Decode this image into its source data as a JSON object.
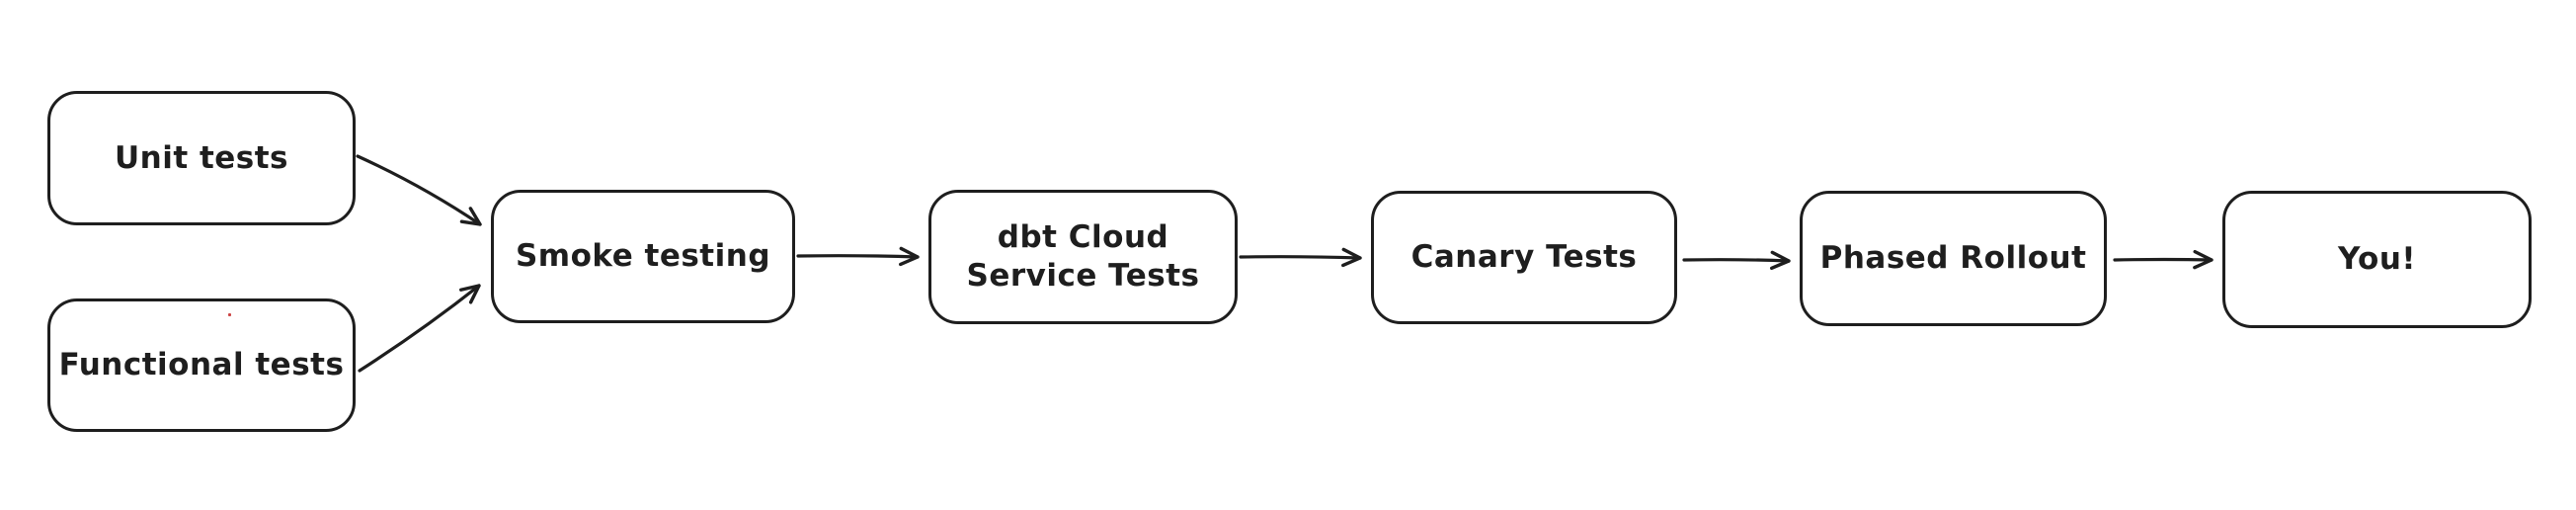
{
  "diagram": {
    "background_color": "#ffffff",
    "stroke_color": "#1e1e1e",
    "text_color": "#1e1e1e",
    "style": "hand-drawn flowchart, rounded rectangles, open arrowheads",
    "nodes": [
      {
        "id": "unit-tests",
        "label": "Unit tests"
      },
      {
        "id": "functional-tests",
        "label": "Functional tests"
      },
      {
        "id": "smoke-testing",
        "label": "Smoke testing"
      },
      {
        "id": "dbt-cloud-service-tests",
        "label": "dbt Cloud Service Tests",
        "label_lines": [
          "dbt Cloud",
          "Service Tests"
        ]
      },
      {
        "id": "canary-tests",
        "label": "Canary Tests"
      },
      {
        "id": "phased-rollout",
        "label": "Phased Rollout"
      },
      {
        "id": "you",
        "label": "You!"
      }
    ],
    "edges": [
      {
        "from": "unit-tests",
        "to": "smoke-testing"
      },
      {
        "from": "functional-tests",
        "to": "smoke-testing"
      },
      {
        "from": "smoke-testing",
        "to": "dbt-cloud-service-tests"
      },
      {
        "from": "dbt-cloud-service-tests",
        "to": "canary-tests"
      },
      {
        "from": "canary-tests",
        "to": "phased-rollout"
      },
      {
        "from": "phased-rollout",
        "to": "you"
      }
    ],
    "artifact": {
      "color": "#cc4444"
    }
  }
}
